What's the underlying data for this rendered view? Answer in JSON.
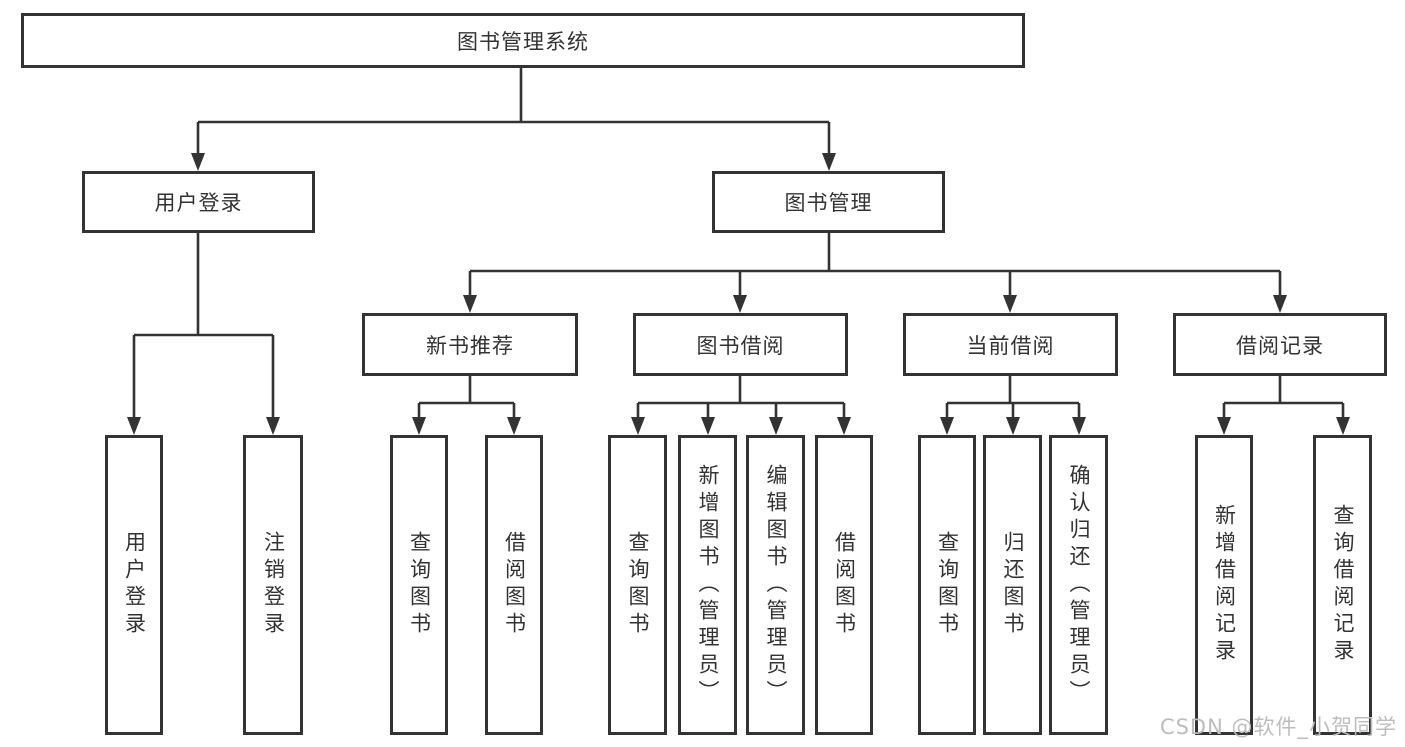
{
  "diagram": {
    "root": "图书管理系统",
    "branches": [
      {
        "label": "用户登录",
        "children": [
          "用户登录",
          "注销登录"
        ]
      },
      {
        "label": "图书管理",
        "groups": [
          {
            "label": "新书推荐",
            "children": [
              "查询图书",
              "借阅图书"
            ]
          },
          {
            "label": "图书借阅",
            "children": [
              "查询图书",
              "新增图书（管理员）",
              "编辑图书（管理员）",
              "借阅图书"
            ]
          },
          {
            "label": "当前借阅",
            "children": [
              "查询图书",
              "归还图书",
              "确认归还（管理员）"
            ]
          },
          {
            "label": "借阅记录",
            "children": [
              "新增借阅记录",
              "查询借阅记录"
            ]
          }
        ]
      }
    ]
  },
  "watermark": "CSDN @软件_小贺同学",
  "colors": {
    "line": "#333333",
    "text": "#333333",
    "background": "#ffffff",
    "watermark": "#bdbdbd"
  }
}
